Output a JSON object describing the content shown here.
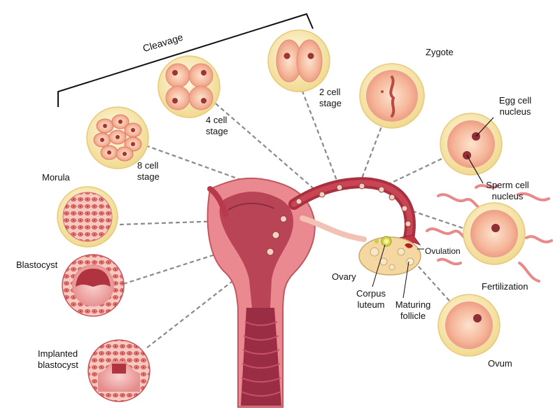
{
  "labels": {
    "cleavage": "Cleavage",
    "zygote": "Zygote",
    "two_cell": "2 cell\nstage",
    "four_cell": "4 cell\nstage",
    "eight_cell": "8 cell\nstage",
    "morula": "Morula",
    "blastocyst": "Blastocyst",
    "implanted_blastocyst": "Implanted\nblastocyst",
    "egg_cell_nucleus": "Egg cell\nnucleus",
    "sperm_cell_nucleus": "Sperm cell\nnucleus",
    "ovulation": "Ovulation",
    "fertilization": "Fertilization",
    "ovary": "Ovary",
    "corpus_luteum": "Corpus\nluteum",
    "maturing_follicle": "Maturing\nfollicle",
    "ovum": "Ovum"
  },
  "colors": {
    "uterus": "#e9848b",
    "uterus_dark": "#c8555f",
    "tube": "#b8394a",
    "cell_ring": "#f6e3a8",
    "cell_inner": "#f4b79a",
    "connector": "#8a8a8a"
  }
}
